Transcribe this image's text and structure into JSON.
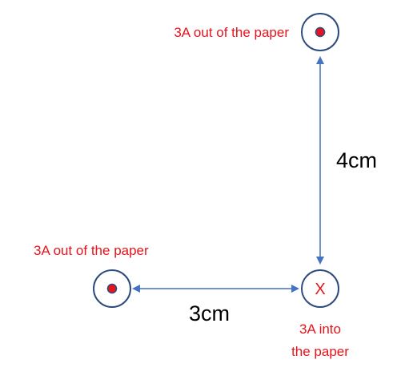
{
  "wires": {
    "top": {
      "label": "3A out of the paper",
      "symbol": "dot-icon",
      "direction": "out of the paper"
    },
    "left": {
      "label": "3A out of the paper",
      "symbol": "dot-icon",
      "direction": "out of the paper"
    },
    "corner": {
      "label_line1": "3A into",
      "label_line2": "the paper",
      "mark": "X",
      "symbol": "cross-icon",
      "direction": "into the paper"
    }
  },
  "distances": {
    "vertical": "4cm",
    "horizontal": "3cm"
  },
  "colors": {
    "label": "#e8141b",
    "ring": "#2e4a7d",
    "arrow": "#4472c4",
    "distance_text": "#000000"
  }
}
